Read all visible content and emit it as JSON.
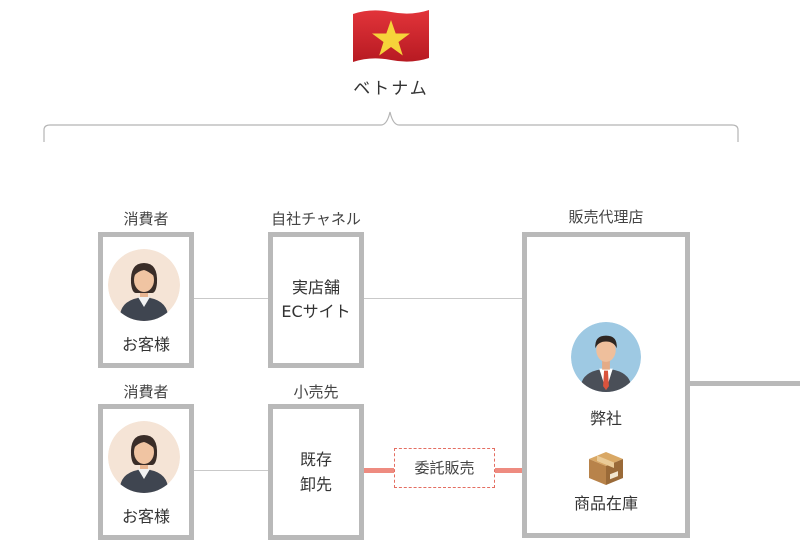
{
  "country": {
    "name": "ベトナム",
    "flag_icon": "vietnam-flag-icon"
  },
  "colors": {
    "box_border": "#b9b9b9",
    "connector": "#c9c9c9",
    "consignment": "#ee8b80",
    "flag_red": "#d0202a",
    "flag_star": "#f6d33a"
  },
  "nodes": {
    "consumer1": {
      "caption": "消費者",
      "label": "お客様",
      "icon": "businesswoman-avatar-icon"
    },
    "channel": {
      "caption": "自社チャネル",
      "line1": "実店舗",
      "line2": "ECサイト"
    },
    "consumer2": {
      "caption": "消費者",
      "label": "お客様",
      "icon": "businesswoman-avatar-icon"
    },
    "retailer": {
      "caption": "小売先",
      "line1": "既存",
      "line2": "卸先"
    },
    "agent": {
      "caption": "販売代理店",
      "company": "弊社",
      "inventory": "商品在庫",
      "company_icon": "businessman-avatar-icon",
      "inventory_icon": "cardboard-box-icon"
    }
  },
  "edges": {
    "consignment_label": "委託販売"
  }
}
